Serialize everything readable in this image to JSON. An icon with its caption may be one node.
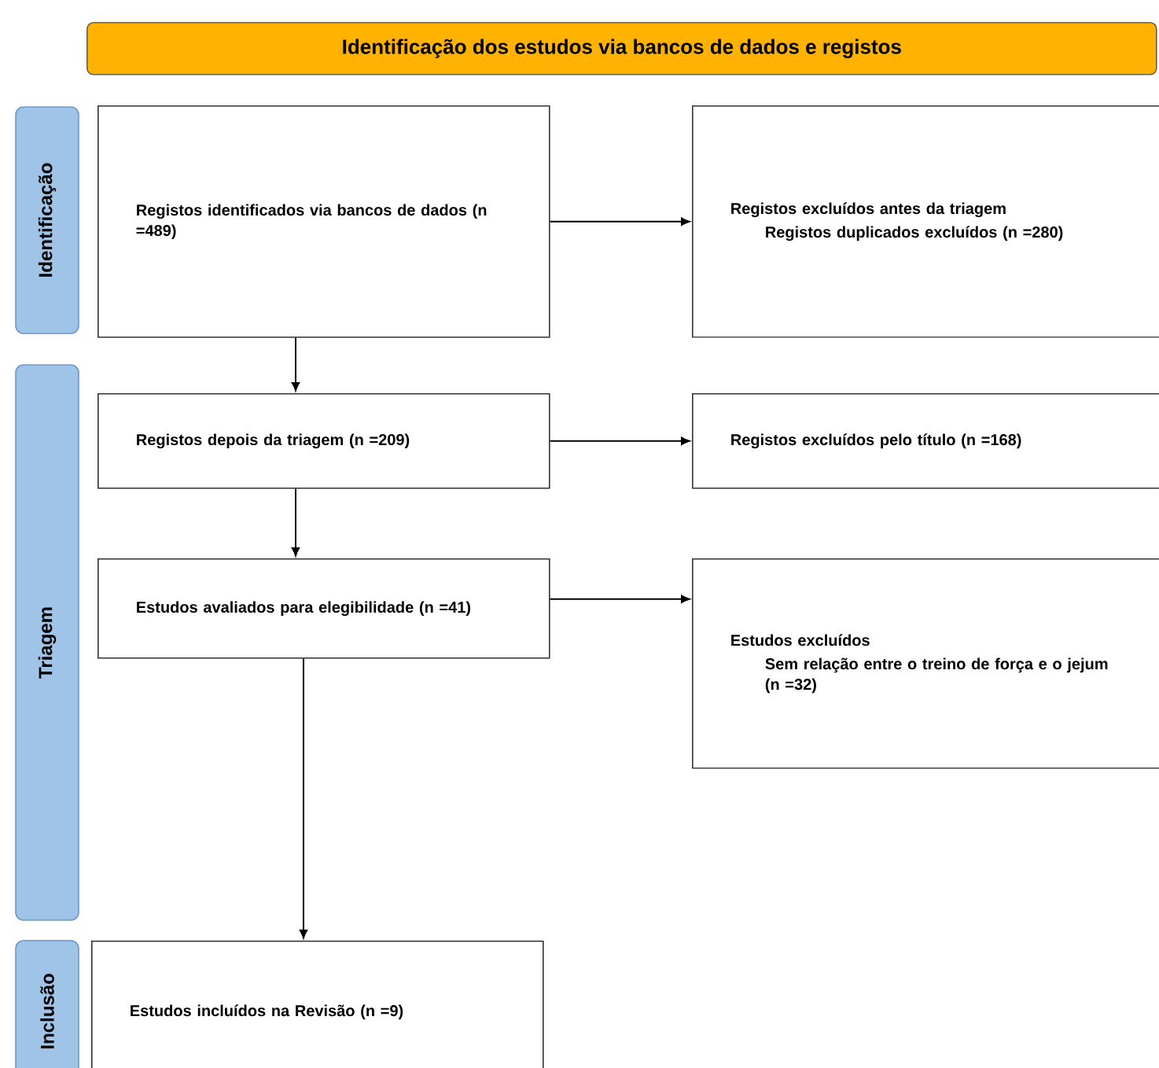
{
  "diagram": {
    "nodes": [
      {
        "text": [
          "Identificação dos estudos via bancos de dados e registos"
        ]
      },
      {
        "text": [
          "Identificação"
        ]
      },
      {
        "text": [
          "Triagem"
        ]
      },
      {
        "text": [
          "Inclusão"
        ]
      },
      {
        "text": [
          "Registos identificados via bancos de dados (n =489)"
        ]
      },
      {
        "text": [
          "Registos excluídos antes da triagem",
          "Registos duplicados excluídos (n =280)"
        ]
      },
      {
        "text": [
          "Registos depois da triagem (n =209)"
        ]
      },
      {
        "text": [
          "Registos excluídos pelo título (n =168)"
        ]
      },
      {
        "text": [
          "Estudos avaliados para elegibilidade (n =41)"
        ]
      },
      {
        "text": [
          "Estudos excluídos",
          "Sem relação entre o treino de força e o jejum (n =32)"
        ]
      },
      {
        "text": [
          "Estudos incluídos na Revisão (n =9)"
        ]
      }
    ],
    "edges": [
      {
        "from": 4,
        "to": 5,
        "arrow": "to"
      },
      {
        "from": 4,
        "to": 6,
        "arrow": "to"
      },
      {
        "from": 6,
        "to": 7,
        "arrow": "to"
      },
      {
        "from": 6,
        "to": 8,
        "arrow": "to"
      },
      {
        "from": 8,
        "to": 9,
        "arrow": "to"
      },
      {
        "from": 8,
        "to": 10,
        "arrow": "to"
      }
    ]
  }
}
